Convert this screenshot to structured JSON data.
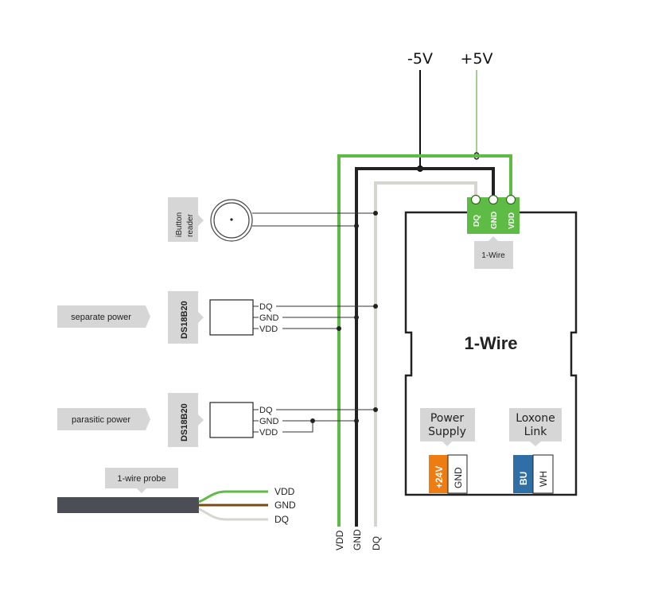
{
  "supply": {
    "minus": "-5V",
    "plus": "+5V"
  },
  "device": {
    "title": "1-Wire",
    "terminals": [
      "DQ",
      "GND",
      "VDD"
    ],
    "terminal_tag": "1-Wire",
    "power_supply_label": [
      "Power",
      "Supply"
    ],
    "power_terminals": [
      "+24V",
      "GND"
    ],
    "link_label": [
      "Loxone",
      "Link"
    ],
    "link_terminals": [
      "BU",
      "WH"
    ]
  },
  "ibutton": {
    "tag": [
      "iButton",
      "reader"
    ]
  },
  "sensor_separate": {
    "tag": "DS18B20",
    "note": "separate power",
    "pins": [
      "DQ",
      "GND",
      "VDD"
    ]
  },
  "sensor_parasitic": {
    "tag": "DS18B20",
    "note": "parasitic power",
    "pins": [
      "DQ",
      "GND",
      "VDD"
    ]
  },
  "probe": {
    "tag": "1-wire probe",
    "wires": [
      "VDD",
      "GND",
      "DQ"
    ]
  },
  "bus_labels": [
    "VDD",
    "GND",
    "DQ"
  ],
  "colors": {
    "green": "#5dbb46",
    "black": "#222222",
    "gray": "#d6d6cf",
    "tag_bg": "#d6d6d6",
    "orange": "#ee7d11",
    "blue": "#2f6fa6",
    "brown": "#7a4a12",
    "cable": "#4b4f55"
  }
}
